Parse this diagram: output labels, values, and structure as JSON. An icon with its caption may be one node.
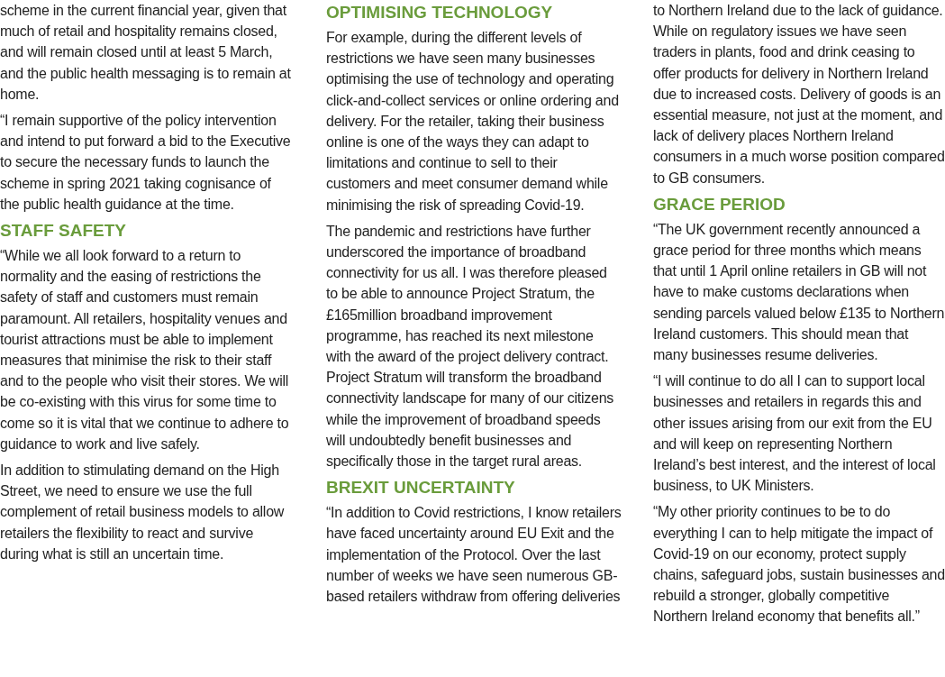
{
  "diagram": {
    "labels": [
      "scheme in the current financial year, given that much of retail and hospitality remains closed, and will remain closed until at least 5 March, and the public health messaging is to remain at home.",
      "“I remain supportive of the policy intervention and intend to put forward a bid to the Executive to secure the necessary funds to launch the scheme in spring 2021 taking cognisance of the public health guidance at the time.",
      "STAFF SAFETY",
      "“While we all look forward to a return to normality and the easing of restrictions the safety of staff and customers must remain paramount. All retailers, hospitality venues and tourist attractions must be able to implement measures that minimise the risk to their staff and to the people who visit their stores. We will be co-existing with this virus for some time to come so it is vital that we continue to adhere to guidance to work and live safely.",
      "In addition to stimulating demand on the High Street, we need to ensure we use the full complement of retail business models to allow retailers the flexibility to react and survive during what is still an uncertain time.",
      "OPTIMISING TECHNOLOGY",
      "For example, during the different levels of restrictions we have seen many businesses optimising the use of technology and operating click-and-collect services or online ordering and delivery. For the retailer, taking their business online is one of the ways they can adapt to limitations and continue to sell to their customers and meet consumer demand while minimising the risk of spreading Covid-19.",
      "The pandemic and restrictions have further underscored the importance of broadband connectivity for us all. I was therefore pleased to be able to announce Project Stratum, the £165million broadband improvement programme, has reached its next milestone with the award of the project delivery contract. Project Stratum will transform the broadband connectivity landscape for many of our citizens while the improvement of broadband speeds will undoubtedly benefit businesses and specifically those in the target rural areas.",
      "BREXIT UNCERTAINTY",
      "“In addition to Covid restrictions, I know retailers have faced uncertainty around EU Exit and the implementation of the Protocol. Over the last number of weeks we have seen numerous GB-based retailers withdraw from offering deliveries",
      "to Northern Ireland due to the lack of guidance. While on regulatory issues we have seen traders in plants, food and drink ceasing to offer products for delivery in Northern Ireland due to increased costs. Delivery of goods is an essential measure, not just at the moment, and lack of delivery places Northern Ireland consumers in a much worse position compared to GB consumers.",
      "GRACE PERIOD",
      "“The UK government recently announced a grace period for three months which means that until 1 April online retailers in GB will not have to make customs declarations when sending parcels valued below £135 to Northern Ireland customers. This should mean that many businesses resume deliveries.",
      "“I will continue to do all I can to support local businesses and retailers in regards this and other issues arising from our exit from the EU and will keep on representing Northern Ireland’s best interest, and the interest of local business, to UK Ministers.",
      "“My other priority continues to be to do everything I can to help mitigate the impact of Covid-19 on our economy, protect supply chains, safeguard jobs, sustain businesses and rebuild a stronger, globally competitive Northern Ireland economy that benefits all.”"
    ]
  }
}
